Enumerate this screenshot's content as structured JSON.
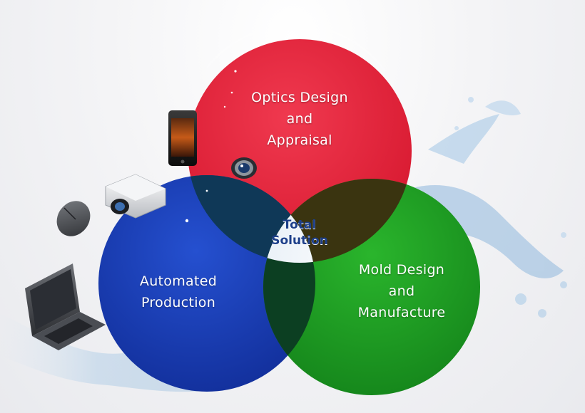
{
  "diagram": {
    "circles": [
      {
        "id": "optics",
        "lines": [
          "Optics Design",
          "and",
          "Appraisal"
        ],
        "color": "#e5213a"
      },
      {
        "id": "automated",
        "lines": [
          "Automated",
          "Production"
        ],
        "color": "#1a3fb8"
      },
      {
        "id": "mold",
        "lines": [
          "Mold Design",
          "and",
          "Manufacture"
        ],
        "color": "#1e9e24"
      }
    ],
    "center": {
      "lines": [
        "Total",
        "Solution"
      ],
      "color": "#1d3f8a"
    }
  },
  "decorations": [
    "smartphone-icon",
    "camera-lens-icon",
    "projector-icon",
    "mouse-icon",
    "laptop-icon",
    "water-splash"
  ]
}
